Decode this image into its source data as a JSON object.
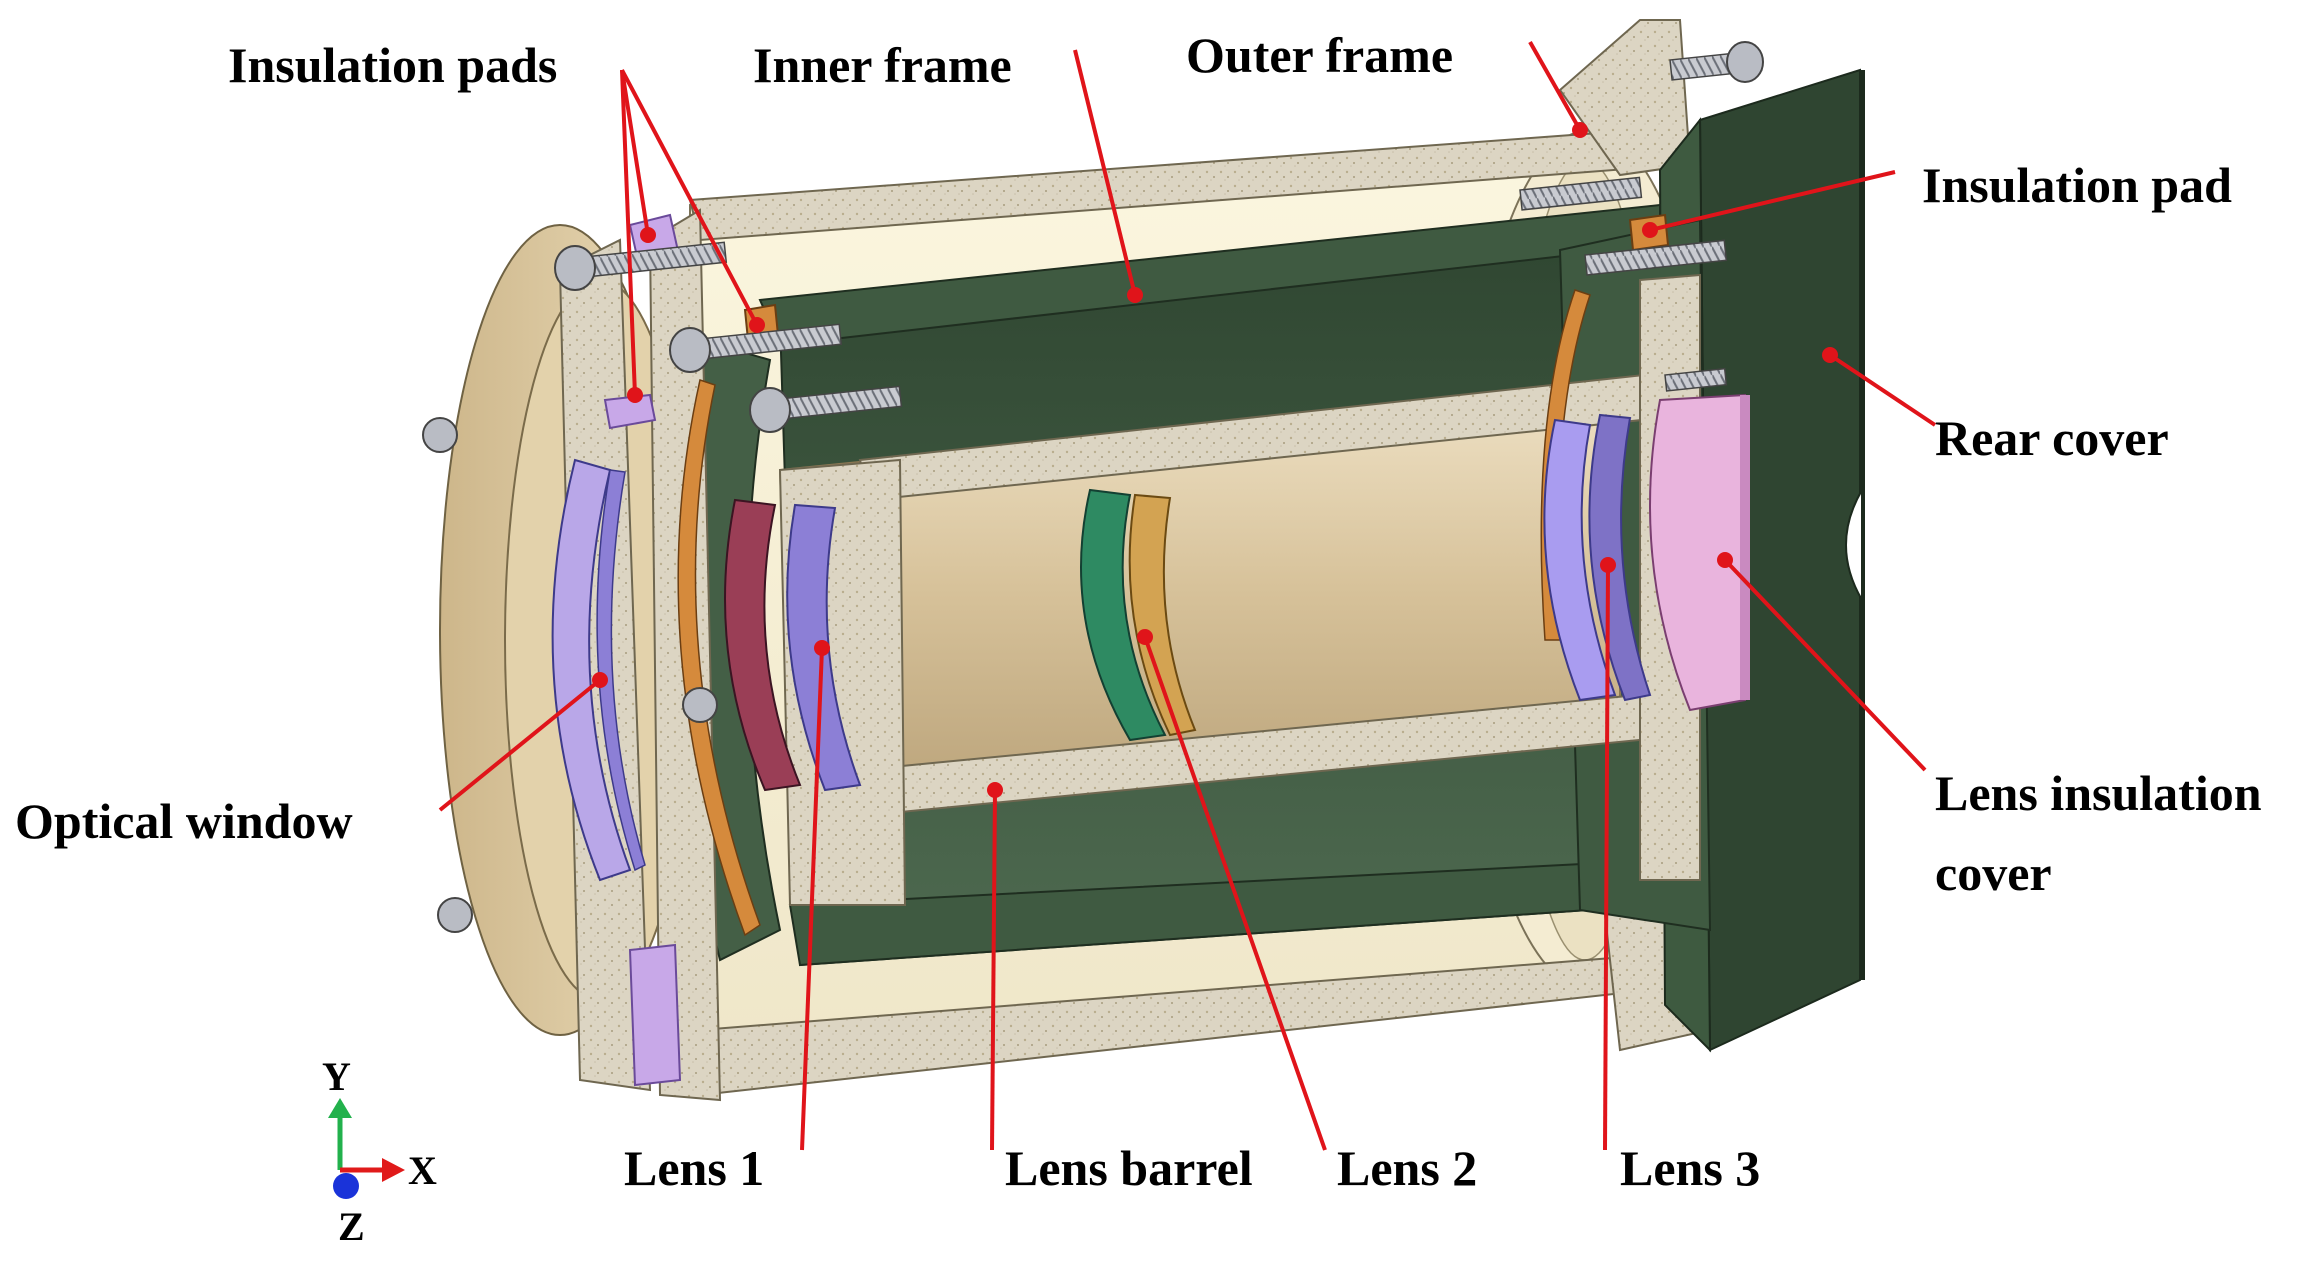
{
  "diagram": {
    "labels": {
      "insulation_pads": "Insulation pads",
      "inner_frame": "Inner frame",
      "outer_frame": "Outer frame",
      "insulation_pad": "Insulation pad",
      "rear_cover": "Rear cover",
      "lens_insulation_cover_line1": "Lens insulation",
      "lens_insulation_cover_line2": "cover",
      "optical_window": "Optical window",
      "lens_1": "Lens 1",
      "lens_barrel": "Lens barrel",
      "lens_2": "Lens 2",
      "lens_3": "Lens 3"
    },
    "axes": {
      "y": "Y",
      "x": "X",
      "z": "Z"
    },
    "colors": {
      "leader": "#e0141a",
      "outer_frame": "#ece0c2",
      "inner_frame": "#3f5a41",
      "rear_cover": "#3f5a41",
      "barrel": "#d9c5a0",
      "speckle": "#d8d1bf",
      "insulation": "#c8a8e8",
      "lens_pink": "#e9b4dd",
      "lens_green": "#2e8a62",
      "copper": "#d58a3c",
      "axis_y": "#22b14c",
      "axis_x": "#e01a1a",
      "axis_z": "#1a33d9"
    }
  }
}
